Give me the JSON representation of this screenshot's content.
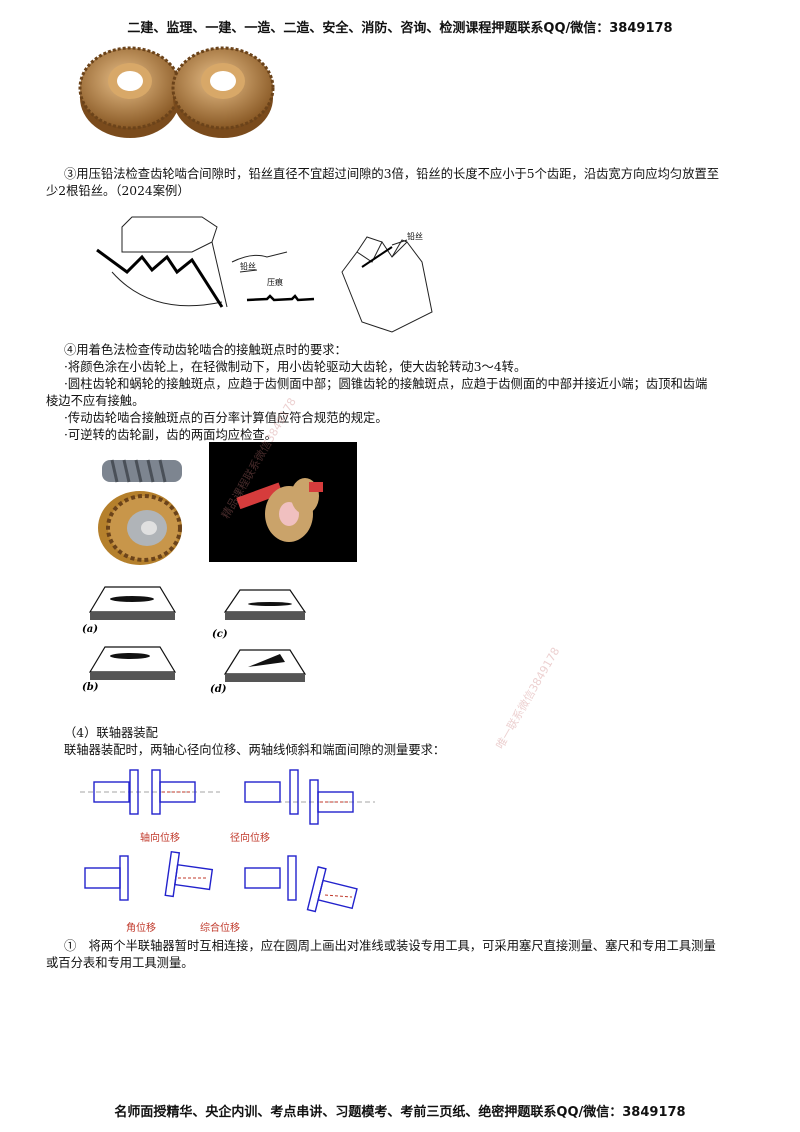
{
  "header": "二建、监理、一建、一造、二造、安全、消防、咨询、检测课程押题联系QQ/微信：3849178",
  "footer": "名师面授精华、央企内训、考点串讲、习题模考、考前三页纸、绝密押题联系QQ/微信：3849178",
  "para3_line1": "③用压铅法检查齿轮啮合间隙时，铅丝直径不宜超过间隙的3倍，铅丝的长度不应小于5个齿距，沿齿宽方向应均匀放置至",
  "para3_line2": "少2根铅丝。（2024案例）",
  "fig_lead": {
    "lead_wire_a": "铅丝",
    "lead_wire_b": "铅丝",
    "pressed": "压痕"
  },
  "para4_title": "④用着色法检查传动齿轮啮合的接触斑点时的要求：",
  "para4_items": [
    "·将颜色涂在小齿轮上，在轻微制动下，用小齿轮驱动大齿轮，使大齿轮转动3～4转。",
    "·圆柱齿轮和蜗轮的接触斑点，应趋于齿侧面中部；圆锥齿轮的接触斑点，应趋于齿侧面的中部并接近小端；齿顶和齿端",
    "棱边不应有接触。",
    "·传动齿轮啮合接触斑点的百分率计算值应符合规范的规定。",
    "·可逆转的齿轮副，齿的两面均应检查。"
  ],
  "contact_labels": [
    "(a)",
    "(b)",
    "(c)",
    "(d)"
  ],
  "section4_title": "（4）联轴器装配",
  "section4_desc": "联轴器装配时，两轴心径向位移、两轴线倾斜和端面间隙的测量要求：",
  "coupling_labels": [
    "轴向位移",
    "径向位移",
    "角位移",
    "综合位移"
  ],
  "para_coupling": "①　将两个半联轴器暂时互相连接，应在圆周上画出对准线或装设专用工具，可采用塞尺直接测量、塞尺和专用工具测量",
  "para_coupling2": "或百分表和专用工具测量。",
  "watermarks": [
    "精品课程联系微信3849178",
    "唯一联系微信3849178"
  ],
  "colors": {
    "coupling": "#2222cc",
    "label_red": "#c0392b",
    "gear_gold": "#c8964a",
    "dark_panel": "#000000"
  }
}
